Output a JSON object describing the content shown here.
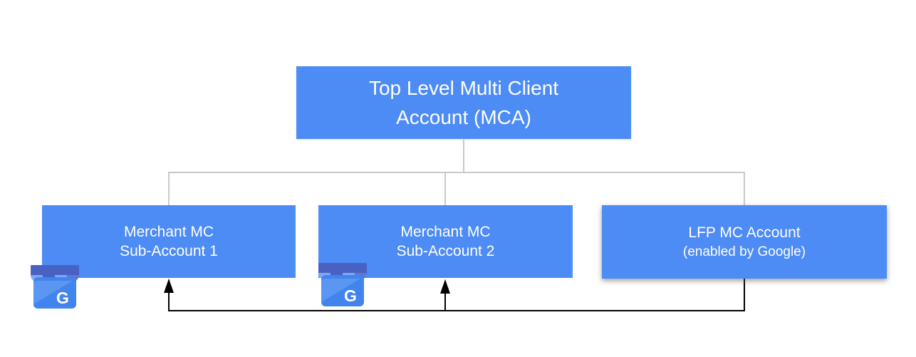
{
  "diagram": {
    "type": "org-chart",
    "root": {
      "line1": "Top Level Multi Client",
      "line2": "Account (MCA)"
    },
    "children": [
      {
        "line1": "Merchant MC",
        "line2": "Sub-Account 1",
        "icon": "google-business-storefront"
      },
      {
        "line1": "Merchant MC",
        "line2": "Sub-Account 2",
        "icon": "google-business-storefront"
      },
      {
        "line1": "LFP MC Account",
        "line2": "(enabled by Google)",
        "icon": null
      }
    ],
    "relations": {
      "tree_connector": "root connects to all three child accounts",
      "arrow_flow": "LFP MC Account points back up to Sub-Account 1 and Sub-Account 2"
    },
    "colors": {
      "box_blue": "#4d8bf5",
      "text_white": "#ffffff",
      "connector_gray": "#c9c9c9",
      "arrow_black": "#000000",
      "icon_awning_dark": "#4a61c4",
      "icon_awning_light": "#7fa9f4",
      "icon_body_blue": "#4184ee"
    }
  }
}
